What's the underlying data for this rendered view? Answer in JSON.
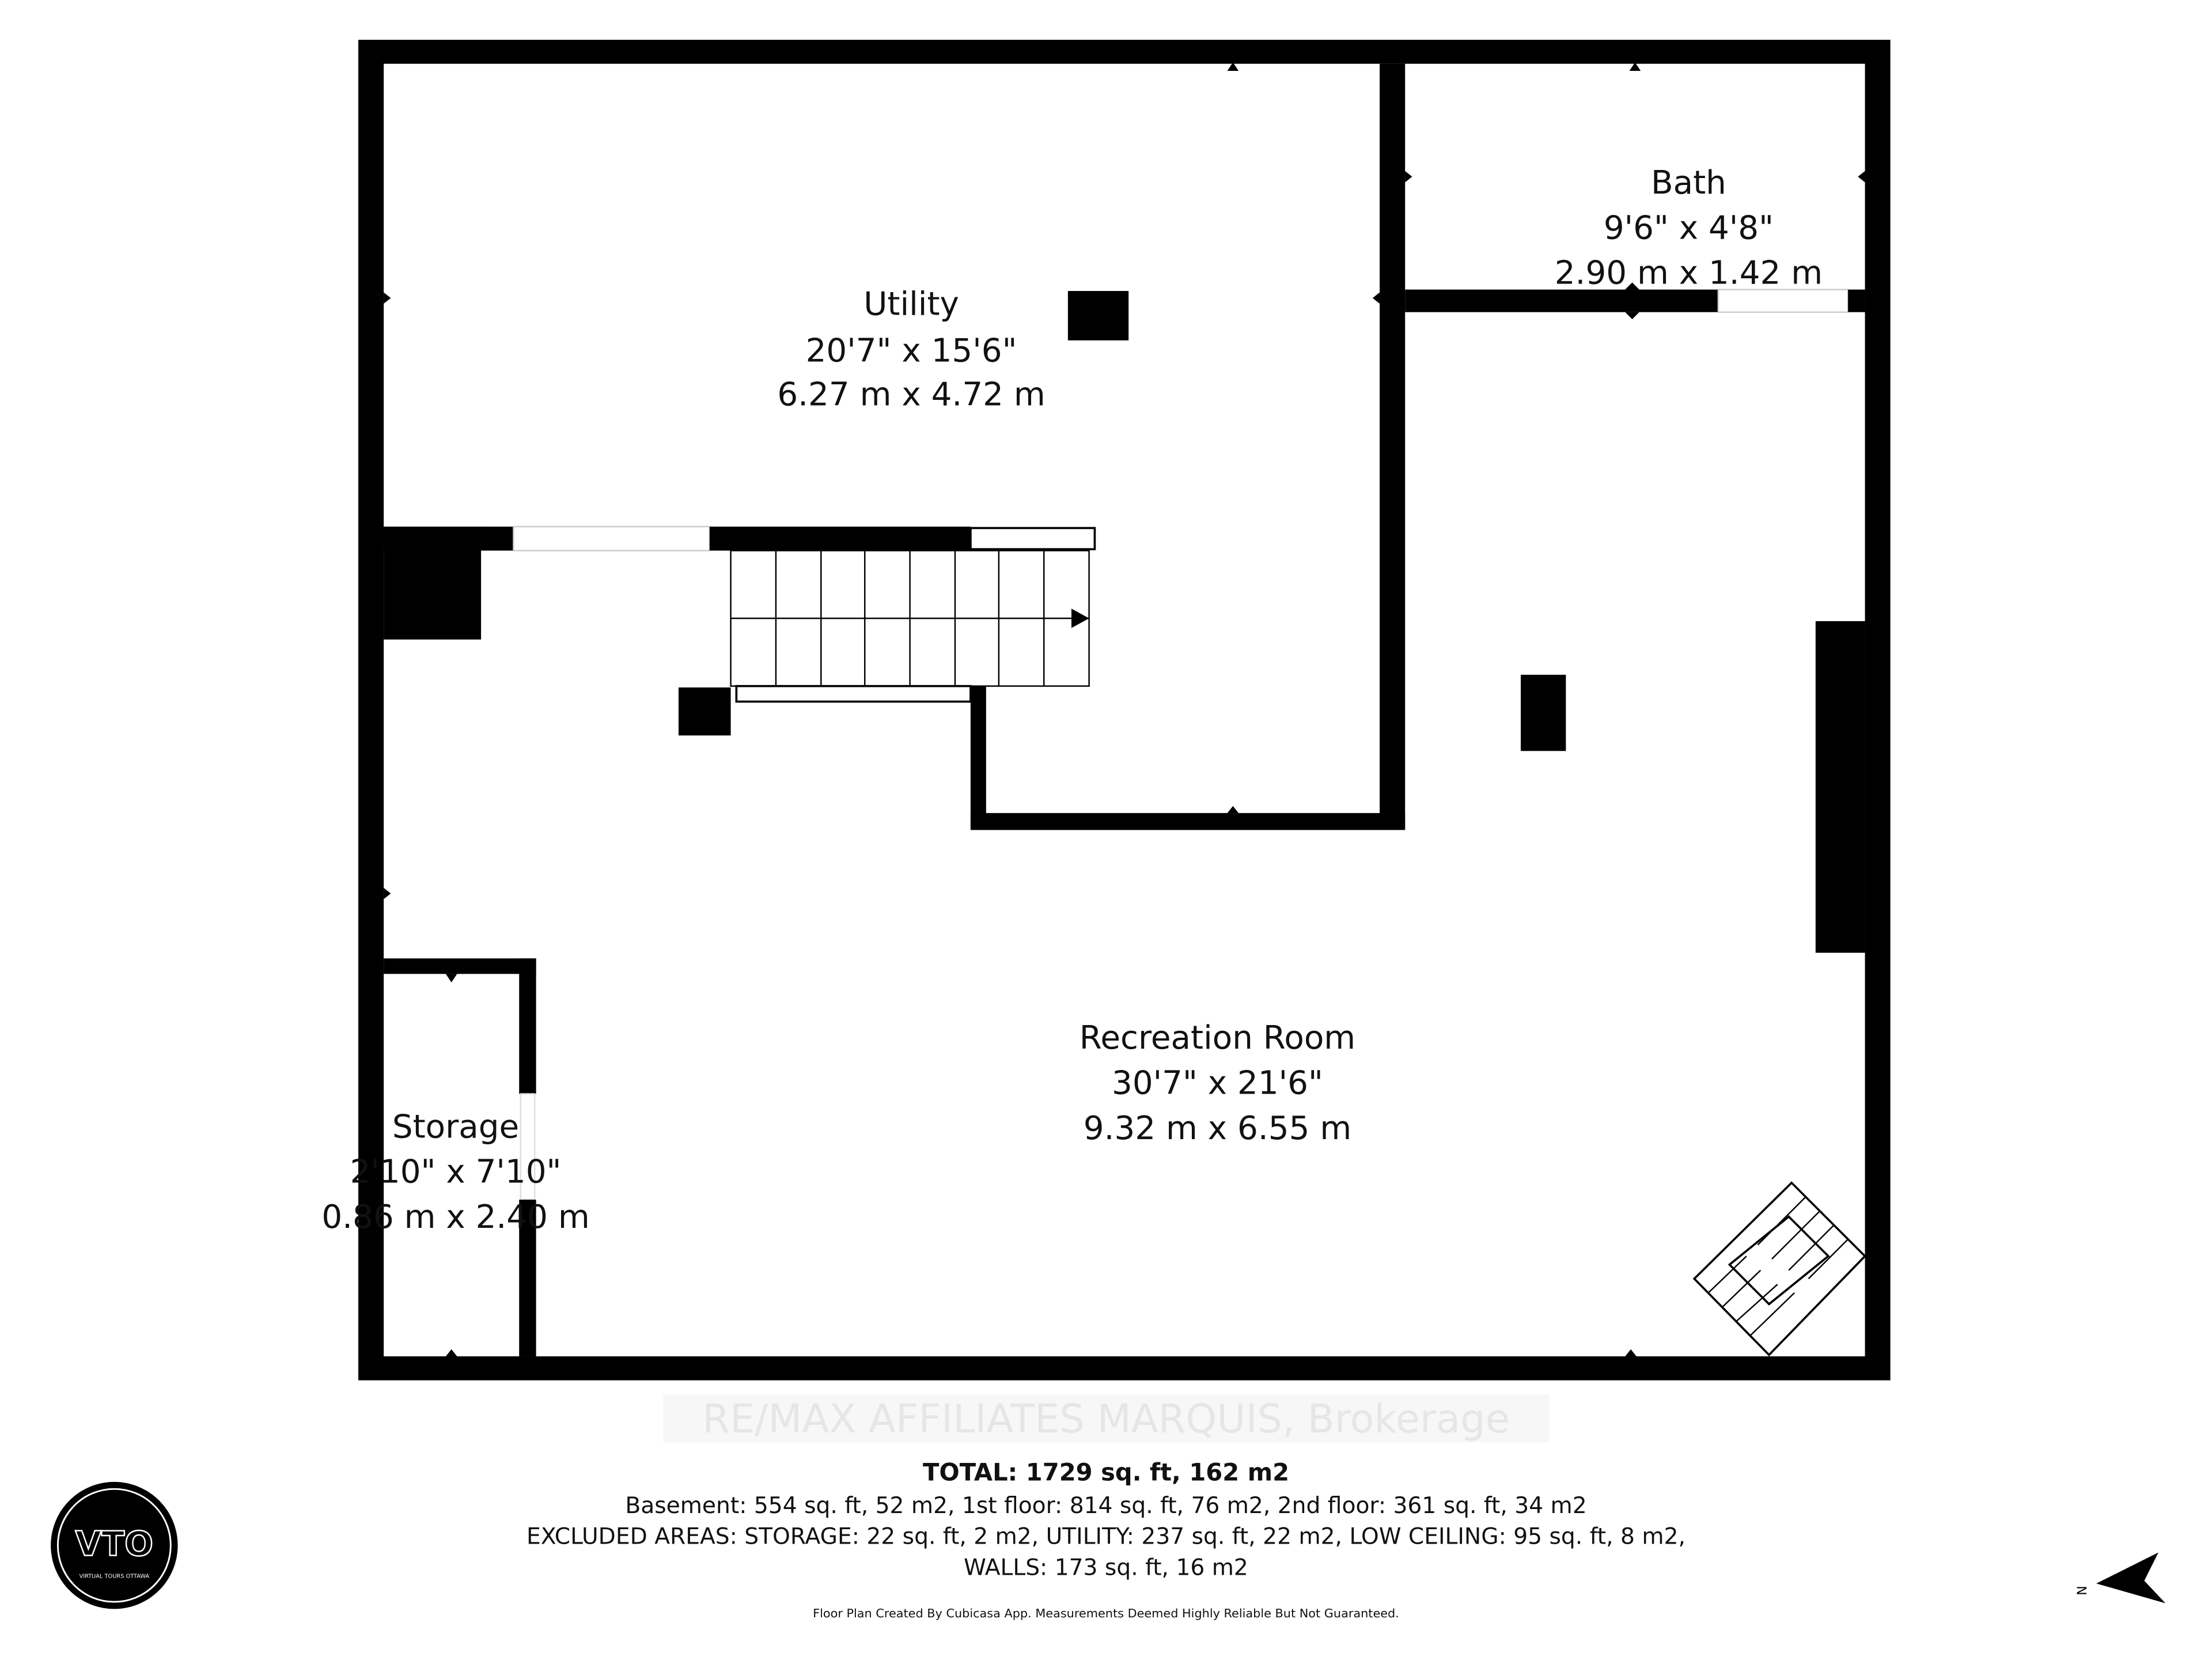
{
  "rooms": {
    "utility": {
      "name": "Utility",
      "imperial": "20'7\" x 15'6\"",
      "metric": "6.27 m x 4.72 m"
    },
    "bath": {
      "name": "Bath",
      "imperial": "9'6\" x 4'8\"",
      "metric": "2.90 m x 1.42 m"
    },
    "recreation": {
      "name": "Recreation Room",
      "imperial": "30'7\" x 21'6\"",
      "metric": "9.32 m x 6.55 m"
    },
    "storage": {
      "name": "Storage",
      "imperial": "2'10\" x 7'10\"",
      "metric": "0.86 m x 2.40 m"
    }
  },
  "summary": {
    "total": "TOTAL: 1729 sq. ft, 162 m2",
    "floors": "Basement: 554 sq. ft, 52 m2, 1st floor: 814 sq. ft, 76 m2, 2nd floor: 361 sq. ft, 34 m2",
    "excluded": "EXCLUDED AREAS: STORAGE: 22 sq. ft, 2 m2, UTILITY: 237 sq. ft, 22 m2, LOW CEILING: 95 sq. ft, 8 m2,",
    "walls": "WALLS: 173 sq. ft, 16 m2",
    "disclaimer": "Floor Plan Created By Cubicasa App. Measurements Deemed Highly Reliable But Not Guaranteed."
  },
  "watermark": "RE/MAX AFFILIATES MARQUIS, Brokerage",
  "logo": {
    "text": "VTO",
    "subtext": "VIRTUAL TOURS OTTAWA"
  },
  "compass": {
    "label": "N",
    "icon": "north-arrow-icon"
  },
  "colors": {
    "wall": "#000000",
    "background": "#ffffff"
  }
}
